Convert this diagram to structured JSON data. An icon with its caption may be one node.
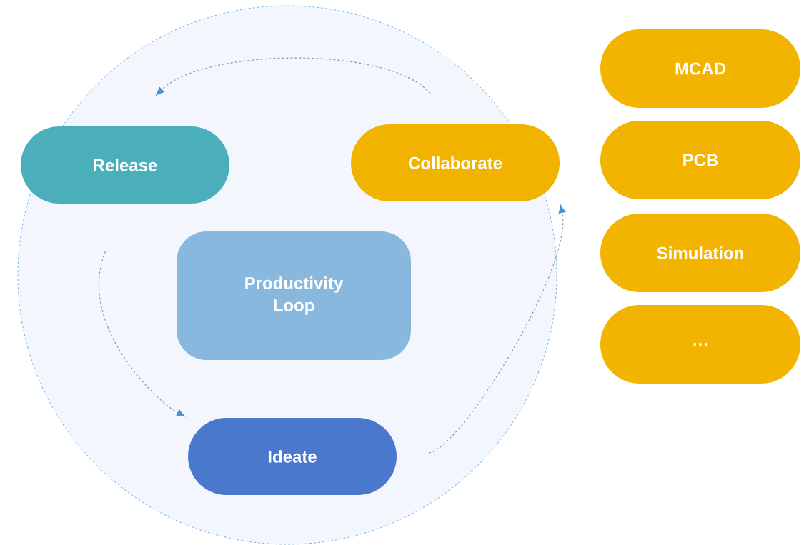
{
  "diagram": {
    "nodes": [
      {
        "text": [
          "Release"
        ]
      },
      {
        "text": [
          "Collaborate"
        ]
      },
      {
        "text": [
          "Productivity Loop"
        ]
      },
      {
        "text": [
          "Ideate"
        ]
      },
      {
        "text": [
          "MCAD"
        ]
      },
      {
        "text": [
          "PCB"
        ]
      },
      {
        "text": [
          "Simulation"
        ]
      },
      {
        "text": [
          "…"
        ]
      }
    ],
    "edges": [
      {
        "from": 0,
        "to": 3,
        "arrow": "to",
        "style": "dashed"
      },
      {
        "from": 3,
        "to": 1,
        "arrow": "to",
        "style": "dashed"
      },
      {
        "from": 1,
        "to": 0,
        "arrow": "to",
        "style": "dashed"
      }
    ]
  }
}
